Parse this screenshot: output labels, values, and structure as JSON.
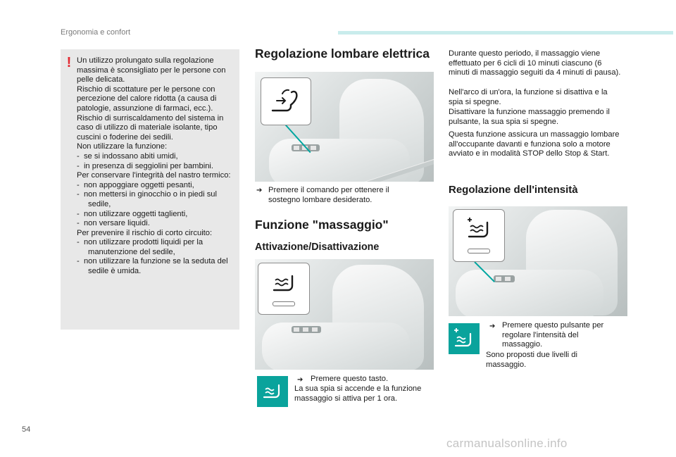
{
  "header": {
    "section": "Ergonomia e confort",
    "accent_color": "#c9ecec"
  },
  "warning": {
    "icon": "exclamation-icon",
    "icon_color": "#e3262f",
    "lines": [
      "Un utilizzo prolungato sulla regolazione massima è sconsigliato per le persone con pelle delicata.",
      "Rischio di scottature per le persone con percezione del calore ridotta (a causa di patologie, assunzione di farmaci, ecc.).",
      "Rischio di surriscaldamento del sistema in caso di utilizzo di materiale isolante, tipo cuscini o foderine dei sedili.",
      "Non utilizzare la funzione:",
      "-  se si indossano abiti umidi,",
      "-  in presenza di seggiolini per bambini.",
      "Per conservare l'integrità del nastro termico:",
      "-  non appoggiare oggetti pesanti,",
      "-  non mettersi in ginocchio o in piedi sul sedile,",
      "-  non utilizzare oggetti taglienti,",
      "-  non versare liquidi.",
      "Per prevenire il rischio di corto circuito:",
      "-  non utilizzare prodotti liquidi per la manutenzione del sedile,",
      "-  non utilizzare la funzione se la seduta del sedile è umida."
    ]
  },
  "lombar": {
    "title": "Regolazione lombare elettrica",
    "step": "Premere il comando per ottenere il sostegno lombare desiderato."
  },
  "massage": {
    "title": "Funzione \"massaggio\"",
    "subtitle": "Attivazione/Disattivazione",
    "step": "Premere questo tasto.",
    "note": "La sua spia si accende e la funzione massaggio si attiva per 1 ora."
  },
  "right": {
    "para1": "Durante questo periodo, il massaggio viene effettuato per 6 cicli di 10 minuti ciascuno (6 minuti di massaggio seguiti da 4 minuti di pausa).",
    "para2": "Nell'arco di un'ora, la funzione si disattiva e la spia si spegne.",
    "para3": "Disattivare la funzione massaggio premendo il pulsante, la sua spia si spegne.",
    "para4": "Questa funzione assicura un massaggio lombare all'occupante davanti e funziona solo a motore avviato e in modalità STOP dello Stop & Start."
  },
  "intensity": {
    "title": "Regolazione dell'intensità",
    "step": "Premere questo pulsante per regolare l'intensità del massaggio.",
    "note": "Sono proposti due livelli di massaggio."
  },
  "bullet_glyph": "➔",
  "accent": "#0aa39c",
  "page_number": "54",
  "watermark": "carmanualsonline.info"
}
